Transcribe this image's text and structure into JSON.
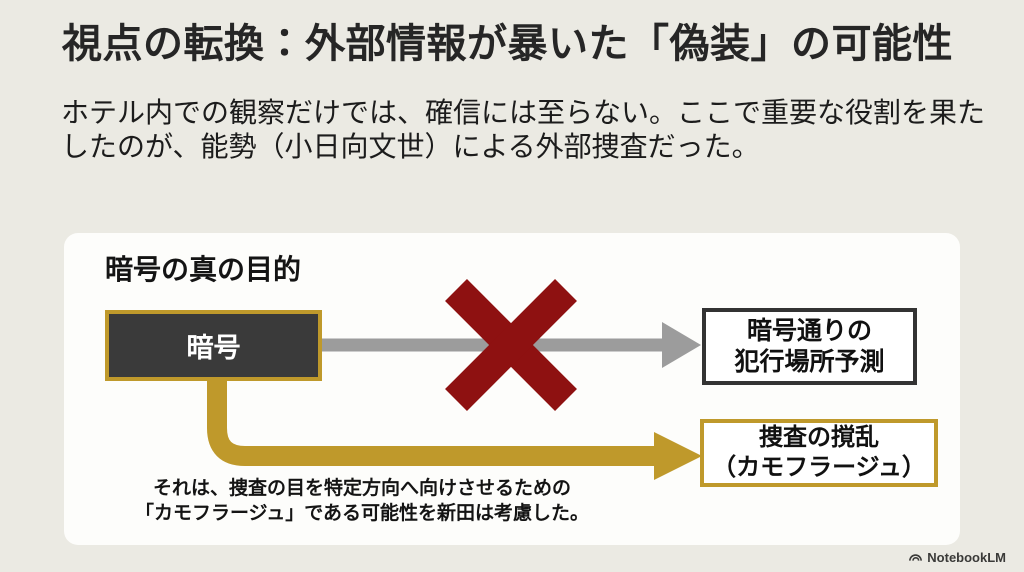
{
  "slide": {
    "title": "視点の転換：外部情報が暴いた「偽装」の可能性",
    "body_lines": [
      "ホテル内での観察だけでは、確信には至らない。ここで重要な役割を果た",
      "したのが、能勢（小日向文世）による外部捜査だった。"
    ]
  },
  "diagram": {
    "heading": "暗号の真の目的",
    "source_box": {
      "label": "暗号"
    },
    "rejected_path": {
      "box_lines": [
        "暗号通りの",
        "犯行場所予測"
      ]
    },
    "accepted_path": {
      "box_lines": [
        "捜査の撹乱",
        "（カモフラージュ）"
      ]
    },
    "caption_lines": [
      "それは、捜査の目を特定方向へ向けさせるための",
      "「カモフラージュ」である可能性を新田は考慮した。"
    ]
  },
  "footer": {
    "brand": "NotebookLM"
  },
  "colors": {
    "background": "#ebeae3",
    "card": "#fdfdfb",
    "gold": "#bf992b",
    "gray_arrow": "#9c9c9c",
    "cross_red": "#8e1111",
    "dark_box": "#3a3a3a",
    "text": "#1f1f1f"
  }
}
